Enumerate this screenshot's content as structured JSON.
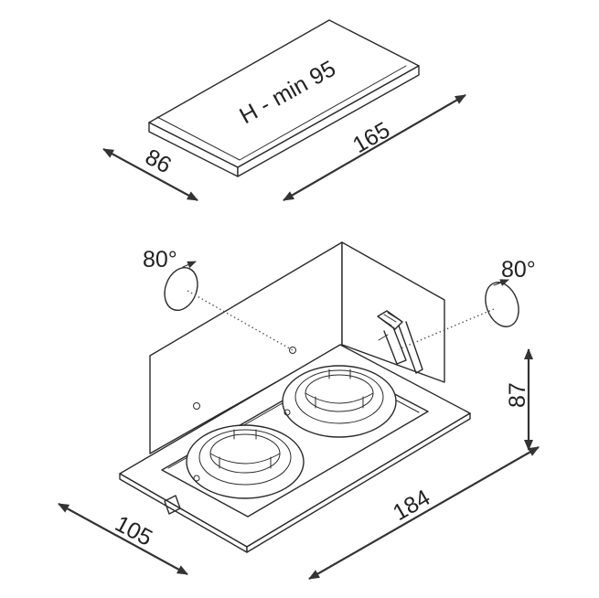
{
  "cutout": {
    "height_label": "H - min 95",
    "width_label": "165",
    "depth_label": "86"
  },
  "fixture": {
    "length_label": "184",
    "width_label": "105",
    "height_label": "87",
    "tilt_left_label": "80°",
    "tilt_right_label": "80°"
  }
}
